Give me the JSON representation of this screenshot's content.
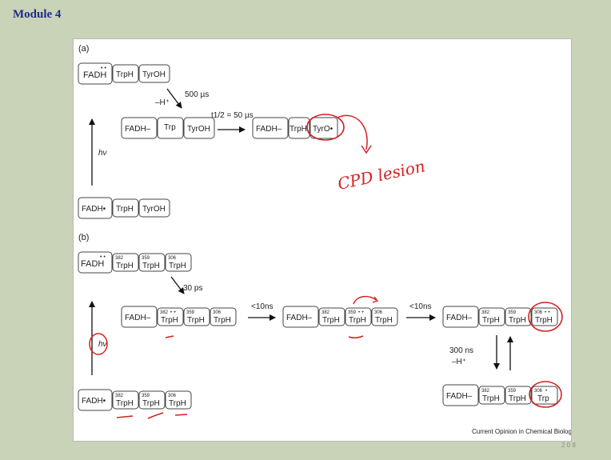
{
  "header": {
    "title": "Module 4"
  },
  "panel_a": {
    "label": "(a)",
    "top_complex": [
      "FADH",
      "• •",
      "TrpH",
      "TyrOH"
    ],
    "step1_time": "500 µs",
    "step1_loss": "–H⁺",
    "middle_complex": [
      "FADH–",
      "Trp",
      "TyrOH"
    ],
    "halflife": "t1/2 = 50 µs",
    "right_complex": [
      "FADH–",
      "TrpH",
      "TyrO•"
    ],
    "hv": "hν",
    "ground_complex": [
      "FADH•",
      "TrpH",
      "TyrOH"
    ],
    "annotation": "CPD lesion"
  },
  "panel_b": {
    "label": "(b)",
    "top_complex": [
      "FADH",
      "• •"
    ],
    "residue_numbers": [
      "382",
      "359",
      "306"
    ],
    "trp_label": "TrpH",
    "step1_time": "30 ps",
    "hv": "hν",
    "c1_lead": "FADH–",
    "c1_mark": "• +",
    "step2_time": "<10ns",
    "c2_lead": "FADH–",
    "c2_mark": "• +",
    "step3_time": "<10ns",
    "c3_lead": "FADH–",
    "c3_mark": "• +",
    "step4_time": "300 ns",
    "step4_loss": "–H⁺",
    "c4_lead": "FADH–",
    "c4_trp": "Trp",
    "c4_mark": "•",
    "ground_lead": "FADH•",
    "source": "Current Opinion in Chemical Biology"
  },
  "footer": {
    "page_number": "2 0 8"
  },
  "colors": {
    "ink_red": "#d42020",
    "title_blue": "#1f2a8c",
    "background": "#c9d3b8"
  }
}
